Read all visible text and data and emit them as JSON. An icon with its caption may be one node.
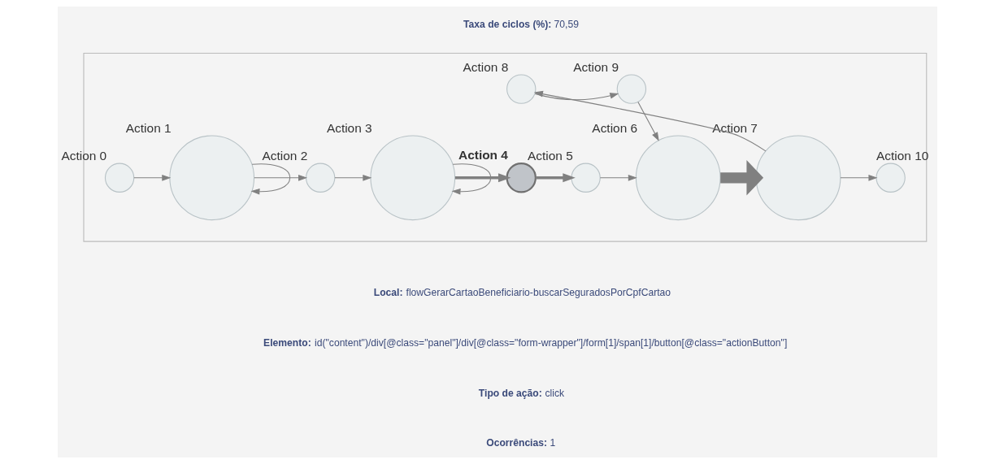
{
  "diagram": {
    "nodes": [
      {
        "text": [],
        "shape": "box"
      },
      {
        "text": [],
        "shape": "circle",
        "beside": [
          "Action 0"
        ],
        "in": 0
      },
      {
        "text": [],
        "shape": "circle",
        "beside": [
          "Action 1"
        ],
        "in": 0
      },
      {
        "text": [],
        "shape": "circle",
        "beside": [
          "Action 2"
        ],
        "in": 0
      },
      {
        "text": [],
        "shape": "circle",
        "beside": [
          "Action 3"
        ],
        "in": 0
      },
      {
        "text": [],
        "shape": "circle",
        "beside": [
          "Action 4"
        ],
        "in": 0
      },
      {
        "text": [],
        "shape": "circle",
        "beside": [
          "Action 5"
        ],
        "in": 0
      },
      {
        "text": [],
        "shape": "circle",
        "beside": [
          "Action 6"
        ],
        "in": 0
      },
      {
        "text": [],
        "shape": "circle",
        "beside": [
          "Action 7"
        ],
        "in": 0
      },
      {
        "text": [],
        "shape": "circle",
        "beside": [
          "Action 8"
        ],
        "in": 0
      },
      {
        "text": [],
        "shape": "circle",
        "beside": [
          "Action 9"
        ],
        "in": 0
      },
      {
        "text": [],
        "shape": "circle",
        "beside": [
          "Action 10"
        ],
        "in": 0
      }
    ],
    "edges": [
      {
        "from": 1,
        "to": 2,
        "arrow": "to"
      },
      {
        "from": 2,
        "to": 2,
        "arrow": "to"
      },
      {
        "from": 2,
        "to": 3,
        "arrow": "to"
      },
      {
        "from": 3,
        "to": 4,
        "arrow": "to"
      },
      {
        "from": 4,
        "to": 4,
        "arrow": "to"
      },
      {
        "from": 4,
        "to": 5,
        "arrow": "to",
        "style": "thick"
      },
      {
        "from": 5,
        "to": 6,
        "arrow": "to",
        "style": "thick"
      },
      {
        "from": 6,
        "to": 7,
        "arrow": "to"
      },
      {
        "from": 7,
        "to": 8,
        "arrow": "to",
        "style": "thick"
      },
      {
        "from": 8,
        "to": 9,
        "arrow": "to"
      },
      {
        "from": 9,
        "to": 10,
        "arrow": "to"
      },
      {
        "from": 10,
        "to": 7,
        "arrow": "to"
      },
      {
        "from": 8,
        "to": 11,
        "arrow": "to"
      }
    ],
    "labels": [
      "**Taxa de ciclos (%):** 70,59",
      "**Local:** flowGerarCartaoBeneficiario-buscarSeguradosPorCpfCartao",
      "**Elemento:** id(\"content\")/div[@class=\"panel\"]/div[@class=\"form-wrapper\"]/form[1]/span[1]/button[@class=\"actionButton\"]",
      "**Tipo de ação:** click",
      "**Ocorrências:** 1"
    ]
  }
}
